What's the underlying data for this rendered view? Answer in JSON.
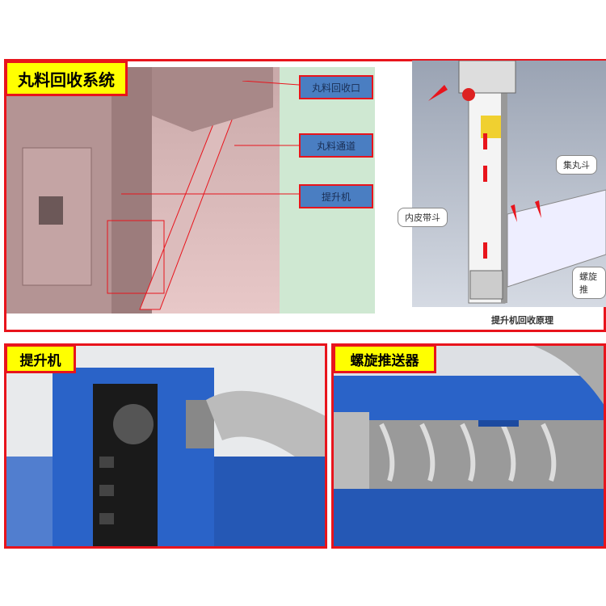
{
  "top_panel": {
    "title": "丸料回收系统",
    "callouts": [
      "丸料回收口",
      "丸料通道",
      "提升机"
    ],
    "diagram": {
      "labels": [
        "集丸斗",
        "内皮带斗",
        "螺旋推"
      ],
      "caption": "提升机回收原理"
    }
  },
  "bottom_left": {
    "title": "提升机"
  },
  "bottom_right": {
    "title": "螺旋推送器"
  },
  "colors": {
    "frame": "#e8141c",
    "tag": "#ffff00",
    "machine_blue": "#2a63c8"
  }
}
